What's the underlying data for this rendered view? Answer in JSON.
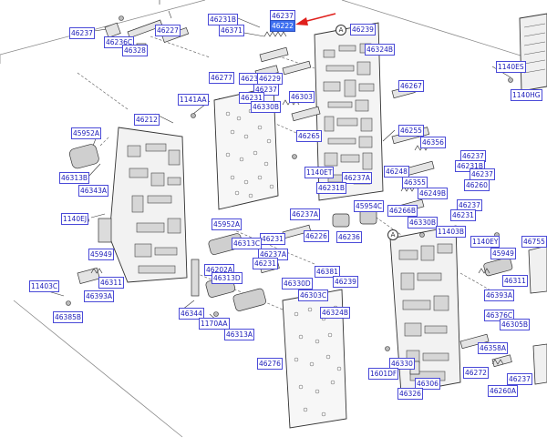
{
  "accent_color": "#3d6ff0",
  "arrow_color": "#e0201c",
  "label_color": "#1a1ab8",
  "circle_labels": [
    "A",
    "A"
  ],
  "labels": [
    {
      "id": "l1",
      "text": "46237"
    },
    {
      "id": "l2",
      "text": "46236C"
    },
    {
      "id": "l3",
      "text": "46328"
    },
    {
      "id": "l4",
      "text": "46227"
    },
    {
      "id": "l5",
      "text": "46231B"
    },
    {
      "id": "l6",
      "text": "46237"
    },
    {
      "id": "l7",
      "text": "46371"
    },
    {
      "id": "l8",
      "text": "46222",
      "highlight": true
    },
    {
      "id": "l9",
      "text": "46239"
    },
    {
      "id": "l10",
      "text": "46324B"
    },
    {
      "id": "l11",
      "text": "1140ES"
    },
    {
      "id": "l12",
      "text": "1140HG"
    },
    {
      "id": "l13",
      "text": "46277"
    },
    {
      "id": "l14",
      "text": "46237"
    },
    {
      "id": "l15",
      "text": "46229"
    },
    {
      "id": "l16",
      "text": "46237"
    },
    {
      "id": "l17",
      "text": "46231"
    },
    {
      "id": "l18",
      "text": "46303"
    },
    {
      "id": "l19",
      "text": "46330B"
    },
    {
      "id": "l20",
      "text": "46267"
    },
    {
      "id": "l21",
      "text": "1141AA"
    },
    {
      "id": "l22",
      "text": "46212"
    },
    {
      "id": "l23",
      "text": "46255"
    },
    {
      "id": "l24",
      "text": "45952A"
    },
    {
      "id": "l25",
      "text": "46265"
    },
    {
      "id": "l26",
      "text": "46356"
    },
    {
      "id": "l27",
      "text": "46237"
    },
    {
      "id": "l28",
      "text": "46231B"
    },
    {
      "id": "l29",
      "text": "46313B"
    },
    {
      "id": "l30",
      "text": "1140ET"
    },
    {
      "id": "l31",
      "text": "46237A"
    },
    {
      "id": "l32",
      "text": "46248"
    },
    {
      "id": "l33",
      "text": "46237"
    },
    {
      "id": "l34",
      "text": "46355"
    },
    {
      "id": "l35",
      "text": "46260"
    },
    {
      "id": "l36",
      "text": "46343A"
    },
    {
      "id": "l37",
      "text": "46231B"
    },
    {
      "id": "l38",
      "text": "46249B"
    },
    {
      "id": "l39",
      "text": "45954C"
    },
    {
      "id": "l40",
      "text": "46237"
    },
    {
      "id": "l41",
      "text": "46266B"
    },
    {
      "id": "l42",
      "text": "46231"
    },
    {
      "id": "l43",
      "text": "46237A"
    },
    {
      "id": "l44",
      "text": "1140EJ"
    },
    {
      "id": "l45",
      "text": "45952A"
    },
    {
      "id": "l46",
      "text": "46330B"
    },
    {
      "id": "l47",
      "text": "11403B"
    },
    {
      "id": "l48",
      "text": "46226"
    },
    {
      "id": "l49",
      "text": "46236"
    },
    {
      "id": "l50",
      "text": "46231"
    },
    {
      "id": "l51",
      "text": "46313C"
    },
    {
      "id": "l52",
      "text": "1140EY"
    },
    {
      "id": "l53",
      "text": "46755"
    },
    {
      "id": "l54",
      "text": "45949"
    },
    {
      "id": "l55",
      "text": "46237A"
    },
    {
      "id": "l56",
      "text": "45949"
    },
    {
      "id": "l57",
      "text": "46231"
    },
    {
      "id": "l58",
      "text": "46202A"
    },
    {
      "id": "l59",
      "text": "46381"
    },
    {
      "id": "l60",
      "text": "46311"
    },
    {
      "id": "l61",
      "text": "46313D"
    },
    {
      "id": "l62",
      "text": "46330D"
    },
    {
      "id": "l63",
      "text": "46239"
    },
    {
      "id": "l64",
      "text": "46311"
    },
    {
      "id": "l65",
      "text": "11403C"
    },
    {
      "id": "l66",
      "text": "46393A"
    },
    {
      "id": "l67",
      "text": "46303C"
    },
    {
      "id": "l68",
      "text": "46393A"
    },
    {
      "id": "l69",
      "text": "46324B"
    },
    {
      "id": "l70",
      "text": "46344"
    },
    {
      "id": "l71",
      "text": "46376C"
    },
    {
      "id": "l72",
      "text": "46385B"
    },
    {
      "id": "l73",
      "text": "1170AA"
    },
    {
      "id": "l74",
      "text": "46305B"
    },
    {
      "id": "l75",
      "text": "46313A"
    },
    {
      "id": "l76",
      "text": "46358A"
    },
    {
      "id": "l77",
      "text": "46276"
    },
    {
      "id": "l78",
      "text": "46330"
    },
    {
      "id": "l79",
      "text": "1601DF"
    },
    {
      "id": "l80",
      "text": "46272"
    },
    {
      "id": "l81",
      "text": "46237"
    },
    {
      "id": "l82",
      "text": "46306"
    },
    {
      "id": "l83",
      "text": "46326"
    },
    {
      "id": "l84",
      "text": "46260A"
    }
  ]
}
